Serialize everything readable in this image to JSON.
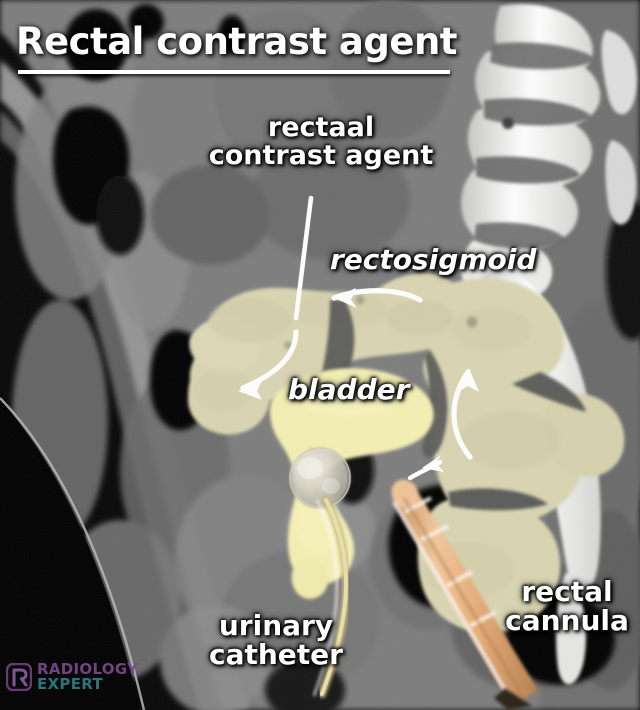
{
  "image": {
    "modality": "CT",
    "plane": "sagittal",
    "title": "Rectal contrast agent"
  },
  "title": {
    "text": "Rectal contrast agent"
  },
  "labels": {
    "rectal_contrast_agent": "rectaal\ncontrast agent",
    "rectosigmoid": "rectosigmoid",
    "bladder": "bladder",
    "rectal_cannula": "rectal\ncannula",
    "urinary_catheter": "urinary\ncatheter"
  },
  "watermark": {
    "line1": "RADIOLOGY.",
    "line2": "EXPERT",
    "mark": "R",
    "color1": "#7b4a8c",
    "color2": "#2e7f84"
  },
  "colors": {
    "annotation_text": "#ffffff",
    "bowel_contrast": "#d9d5b2",
    "bladder_contrast": "#f4efb2",
    "cannula": "#e8b886",
    "catheter_tube": "#ddd09a",
    "bone": "#f2f2f0",
    "soft_tissue": "#8a8a8a",
    "air": "#050505",
    "background": "#000000"
  },
  "annotations": {
    "leader_line": "straight white line from rectal contrast agent label to bowel",
    "arrow_rectosigmoid": "curved arrow pointing left into rectosigmoid",
    "arrow_upper_bowel": "curved arrow pointing down-left into contrast filled bowel",
    "arrow_lower_bowel": "long curved arrow pointing up along rectum",
    "arrow_cannula_tip": "short arrow pointing up-left at cannula tip"
  }
}
